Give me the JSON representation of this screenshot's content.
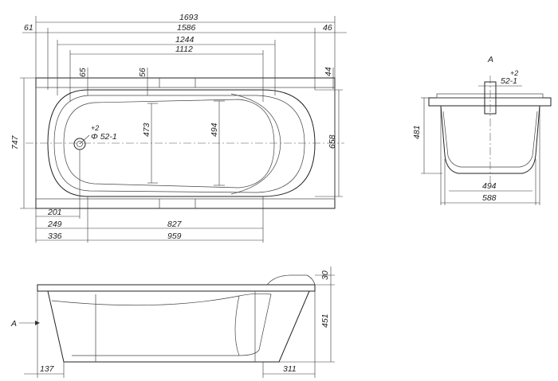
{
  "drawing": {
    "top_view": {
      "dims": {
        "overall_length": "1693",
        "left_offset": "61",
        "inner_length": "1586",
        "right_offset": "46",
        "rim_length": "1244",
        "bottom_length": "1112",
        "drain_offset_a": "65",
        "drain_offset_b": "56",
        "top_rim": "44",
        "overall_width": "747",
        "inner_width": "658",
        "bottom_width_a": "473",
        "bottom_width_b": "494",
        "drain_x": "201",
        "x_249": "249",
        "x_336": "336",
        "x_827": "827",
        "x_959": "959"
      },
      "drain_label": {
        "diameter": "Φ 52-1",
        "tolerance": "+2"
      }
    },
    "end_view": {
      "section_label": "A",
      "dims": {
        "tolerance": "+2",
        "drain": "52-1",
        "depth": "481",
        "bottom_width": "494",
        "top_width": "588"
      }
    },
    "side_view": {
      "arrow_label": "A",
      "dims": {
        "rim_thickness": "30",
        "height": "451",
        "left_inset": "137",
        "right_inset": "311"
      }
    }
  }
}
